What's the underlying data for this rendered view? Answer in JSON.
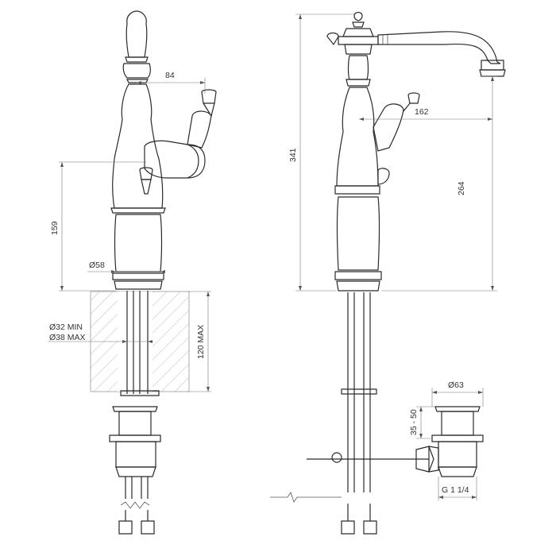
{
  "dimensions": {
    "spout_reach_left": "84",
    "spout_reach_right": "162",
    "total_height": "341",
    "spout_height": "264",
    "base_height": "159",
    "base_diameter": "Ø58",
    "hole_min": "Ø32 MIN",
    "hole_max": "Ø38 MAX",
    "deck_thickness": "120 MAX",
    "waste_diameter": "Ø63",
    "waste_range": "35 - 50",
    "waste_thread": "G 1 1/4"
  },
  "colors": {
    "line": "#2a2a2a",
    "dimension": "#777777",
    "hatch": "#9a9a9a"
  }
}
